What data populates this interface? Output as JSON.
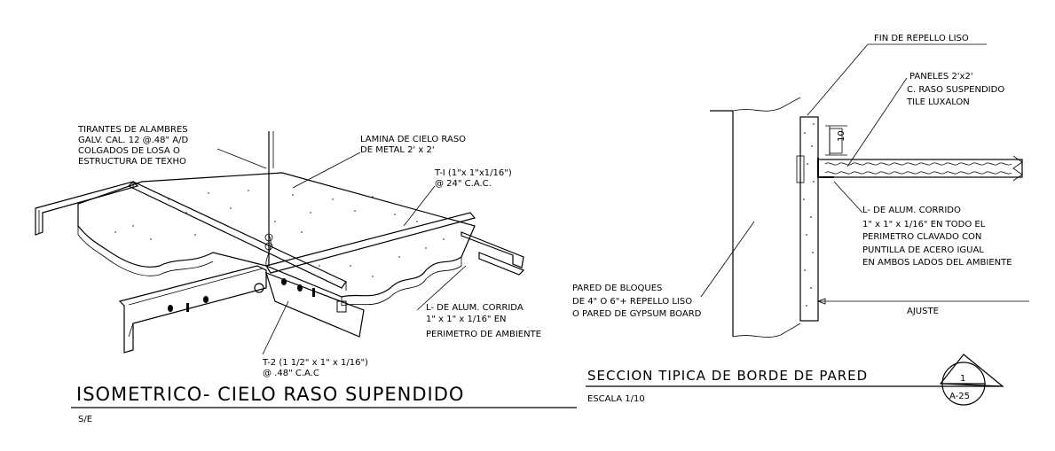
{
  "isometric": {
    "labels": {
      "tirantes": [
        "TIRANTES DE ALAMBRES",
        "GALV. CAL. 12 @.48\" A/D",
        "COLGADOS DE LOSA O",
        "ESTRUCTURA DE TEXHO"
      ],
      "lamina": [
        "LAMINA DE CIELO RASO",
        "DE METAL 2' x 2'"
      ],
      "t1": [
        "T-I (1\"x 1\"x1/16\")",
        "@ 24\" C.A.C."
      ],
      "l_alum": [
        "L- DE ALUM. CORRIDA",
        "1\" x 1\" x 1/16\" EN",
        "PERIMETRO DE   AMBIENTE"
      ],
      "t2": [
        "T-2 (1 1/2\" x 1\" x 1/16\")",
        "@ .48\" C.A.C"
      ]
    },
    "title": "ISOMETRICO- CIELO RASO SUPENDIDO",
    "scale": "S/E"
  },
  "section": {
    "labels": {
      "fin": "FIN DE REPELLO LISO",
      "paneles": [
        "PANELES 2'x2'",
        "C. RASO SUSPENDIDO",
        "TILE LUXALON"
      ],
      "dim": "10",
      "l_alum": [
        "L- DE ALUM. CORRIDO",
        "1\" x 1\" x 1/16\" EN TODO EL",
        "PERIMETRO CLAVADO CON",
        "PUNTILLA DE ACERO IGUAL",
        "EN AMBOS LADOS DEL AMBIENTE"
      ],
      "pared": [
        "PARED DE BLOQUES",
        "DE 4\" O 6\"+ REPELLO LISO",
        "O PARED DE GYPSUM BOARD"
      ],
      "ajuste": "AJUSTE"
    },
    "title": "SECCION  TIPICA DE BORDE DE PARED",
    "scale": "ESCALA 1/10",
    "callout": {
      "number": "1",
      "sheet": "A-25"
    }
  }
}
